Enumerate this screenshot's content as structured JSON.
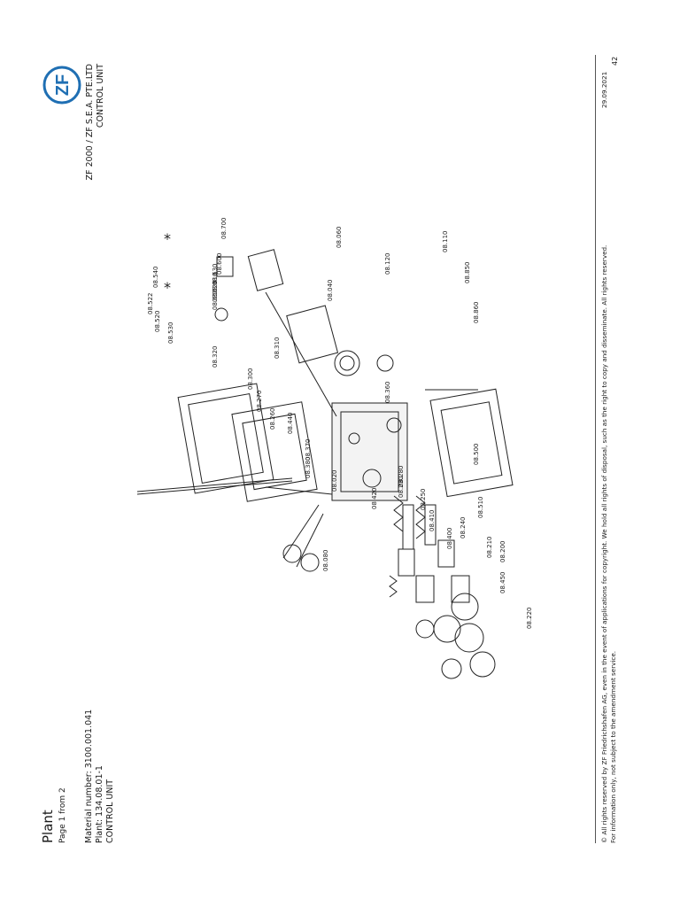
{
  "header": {
    "title": "Plant",
    "page_info": "Page 1 from 2",
    "material_number": "Material number: 3100.001.041",
    "plant": "Plant: 134.08.01-1",
    "unit": "CONTROL UNIT"
  },
  "company": {
    "logo_text": "ZF",
    "line1": "ZF 2000 / ZF S.E.A. PTE.LTD",
    "line2": "CONTROL UNIT",
    "brand_color": "#1f6fb3"
  },
  "drawing": {
    "part_labels": [
      "08.700",
      "08.600",
      "08.630",
      "08.610",
      "08.620",
      "08.650",
      "08.540",
      "08.522",
      "08.520",
      "08.530",
      "08.320",
      "08.300",
      "08.270",
      "08.310",
      "08.260",
      "08.440",
      "08.370",
      "08.380",
      "08.060",
      "08.040",
      "08.120",
      "08.110",
      "08.360",
      "08.020",
      "08.080",
      "08.420",
      "08.280",
      "08.230",
      "08.250",
      "08.410",
      "08.510",
      "08.400",
      "08.240",
      "08.850",
      "08.860",
      "08.500",
      "08.210",
      "08.200",
      "08.450",
      "08.510",
      "08.330",
      "08.220",
      "08.550"
    ],
    "marks": [
      "*",
      "*"
    ]
  },
  "footer": {
    "copyright": "© All rights reserved by ZF Friedrichshafen AG, even in the event of applications for copyright. We hold all rights of disposal, such as the right to copy and disseminate. All rights reserved.",
    "date": "29.09.2021",
    "note": "For information only, not subject to the amendment service.",
    "page_number": "42"
  }
}
